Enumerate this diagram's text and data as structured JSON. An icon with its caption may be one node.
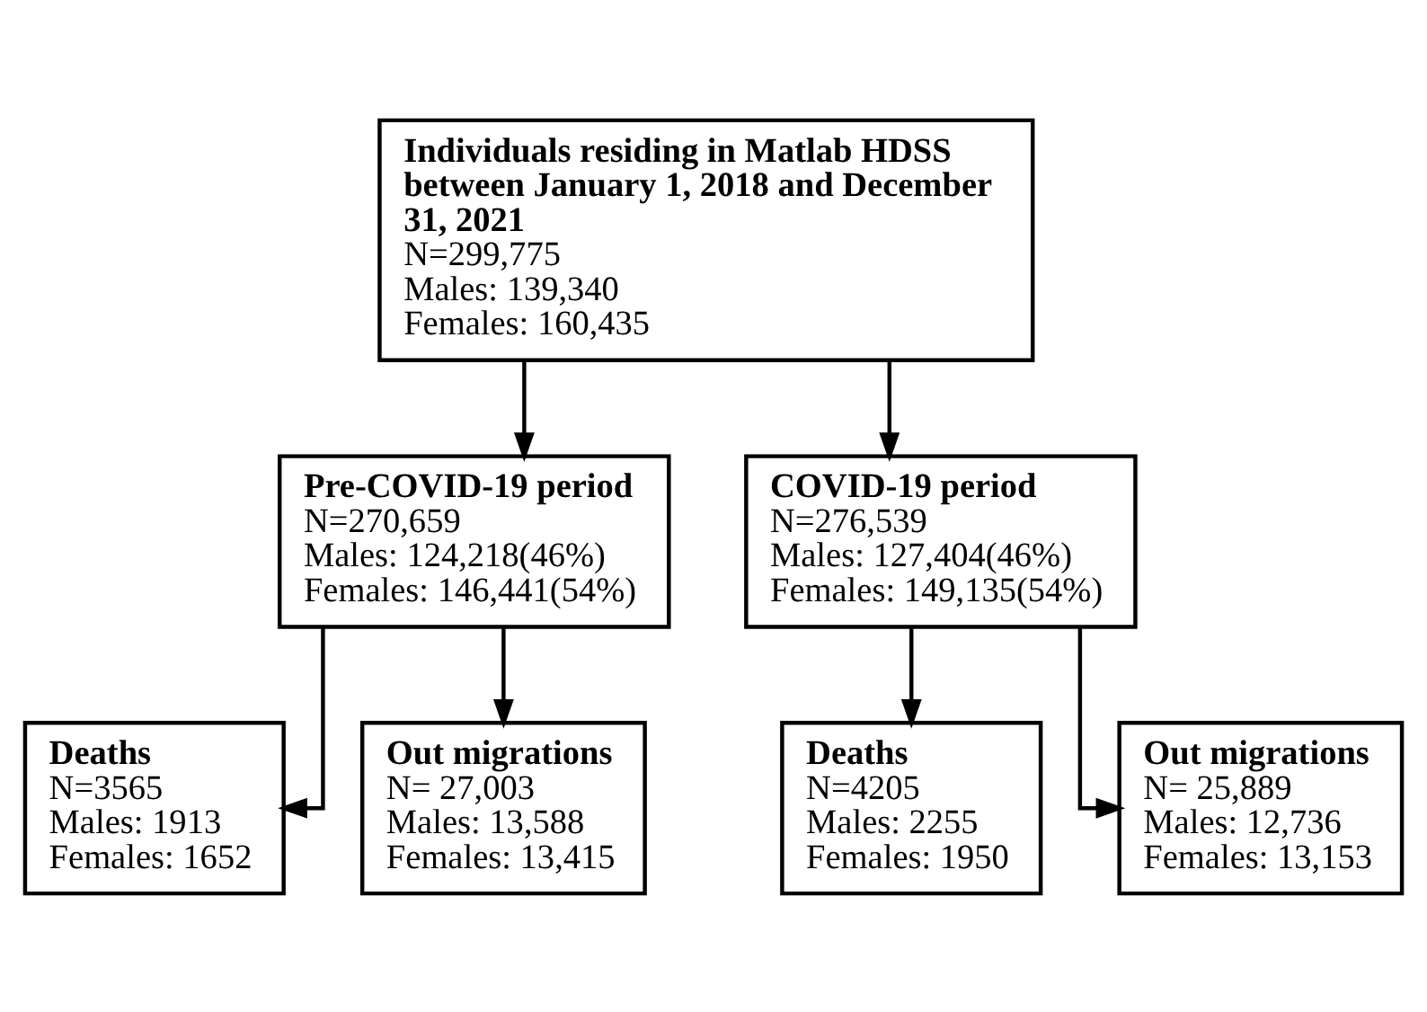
{
  "diagram": {
    "nodes": [
      {
        "text": [
          "Individuals residing in Matlab HDSS between January 1, 2018 and December 31, 2021",
          "N=299,775",
          "Males: 139,340",
          "Females: 160,435"
        ]
      },
      {
        "text": [
          "Pre-COVID-19 period",
          "N=270,659",
          "Males: 124,218(46%)",
          "Females: 146,441(54%)"
        ]
      },
      {
        "text": [
          "COVID-19 period",
          "N=276,539",
          "Males: 127,404(46%)",
          "Females: 149,135(54%)"
        ]
      },
      {
        "text": [
          "Deaths",
          "N=3565",
          "Males: 1913",
          "Females: 1652"
        ]
      },
      {
        "text": [
          "Out migrations",
          "N= 27,003",
          "Males: 13,588",
          "Females: 13,415"
        ]
      },
      {
        "text": [
          "Deaths",
          "N=4205",
          "Males: 2255",
          "Females: 1950"
        ]
      },
      {
        "text": [
          "Out migrations",
          "N= 25,889",
          "Males: 12,736",
          "Females: 13,153"
        ]
      }
    ],
    "edges": [
      {
        "from": 0,
        "to": 1,
        "arrow": "to"
      },
      {
        "from": 0,
        "to": 2,
        "arrow": "to"
      },
      {
        "from": 1,
        "to": 3,
        "arrow": "to"
      },
      {
        "from": 1,
        "to": 4,
        "arrow": "to"
      },
      {
        "from": 2,
        "to": 5,
        "arrow": "to"
      },
      {
        "from": 2,
        "to": 6,
        "arrow": "to"
      }
    ]
  }
}
